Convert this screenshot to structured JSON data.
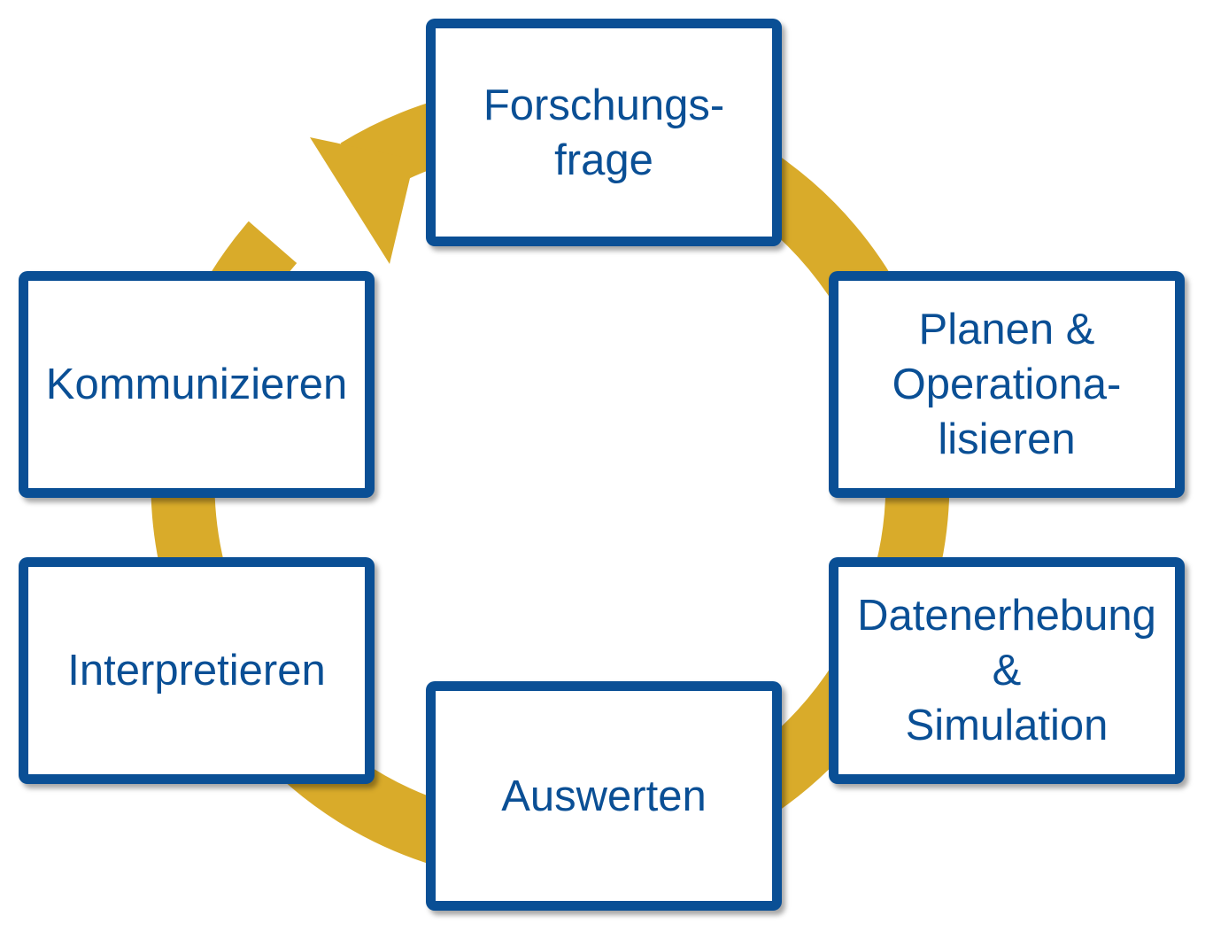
{
  "diagram": {
    "colors": {
      "arrow": "#d9ab2a",
      "box_border": "#0a4f95",
      "text": "#0a4f95",
      "box_fill": "#ffffff"
    },
    "steps": [
      {
        "id": "forschungsfrage",
        "lines": [
          "Forschungs-",
          "frage"
        ]
      },
      {
        "id": "planen",
        "lines": [
          "Planen &",
          "Operationa-",
          "lisieren"
        ]
      },
      {
        "id": "datenerhebung",
        "lines": [
          "Datenerhebung",
          "&",
          "Simulation"
        ]
      },
      {
        "id": "auswerten",
        "lines": [
          "Auswerten"
        ]
      },
      {
        "id": "interpretieren",
        "lines": [
          "Interpretieren"
        ]
      },
      {
        "id": "kommunizieren",
        "lines": [
          "Kommunizieren"
        ]
      }
    ]
  }
}
